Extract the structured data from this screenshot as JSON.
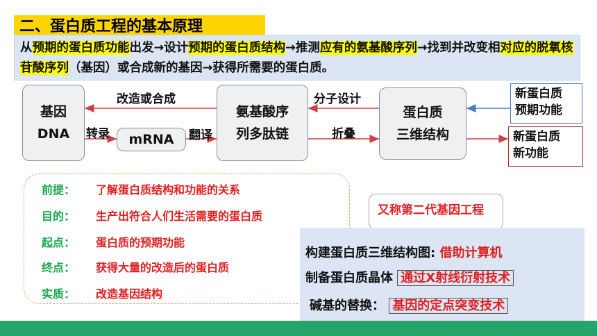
{
  "title": "二、蛋白质工程的基本原理",
  "intro": {
    "parts": [
      {
        "text": "从",
        "hl": false
      },
      {
        "text": "预期的蛋白质功能",
        "hl": true
      },
      {
        "text": "出发→设计",
        "hl": false
      },
      {
        "text": "预期的蛋白质结构",
        "hl": true
      },
      {
        "text": "→推测",
        "hl": false
      },
      {
        "text": "应有的氨基酸序列",
        "hl": true
      },
      {
        "text": "→找到并改变相",
        "hl": false
      },
      {
        "text": "对应的脱氧核苷酸序列",
        "hl": true
      },
      {
        "text": "（基因）或合成新的基因→获得所需要的蛋白质。",
        "hl": false
      }
    ]
  },
  "flow": {
    "gene_line1": "基因",
    "gene_line2": "DNA",
    "mrna": "mRNA",
    "aa_line1": "氨基酸序",
    "aa_line2": "列多肽链",
    "protein_line1": "蛋白质",
    "protein_line2": "三维结构",
    "label_modify": "改造或合成",
    "label_design": "分子设计",
    "label_transcribe": "转录",
    "label_translate": "翻译",
    "label_fold": "折叠",
    "new_expected": "新蛋白质\n预期功能",
    "new_function": "新蛋白质\n新功能"
  },
  "facts": [
    {
      "key": "前提：",
      "value": "了解蛋白质结构和功能的关系"
    },
    {
      "key": "目的：",
      "value": "生产出符合人们生活需要的蛋白质"
    },
    {
      "key": "起点：",
      "value": "蛋白质的预期功能"
    },
    {
      "key": "终点：",
      "value": "获得大量的改造后的蛋白质"
    },
    {
      "key": "实质：",
      "value": "改造基因结构"
    }
  ],
  "alias": "又称第二代基因工程",
  "methods": [
    {
      "key": "构建蛋白质三维结构图:",
      "value": "借助计算机"
    },
    {
      "key": "制备蛋白质晶体",
      "value": "通过X射线衍射技术"
    },
    {
      "key": "碱基的替换：",
      "value": "基因的定点突变技术"
    }
  ],
  "colors": {
    "highlight": "#ffff00",
    "banner": "#ffd500",
    "green": "#15a64a",
    "red": "#e02020",
    "bar": "#25a56b"
  }
}
